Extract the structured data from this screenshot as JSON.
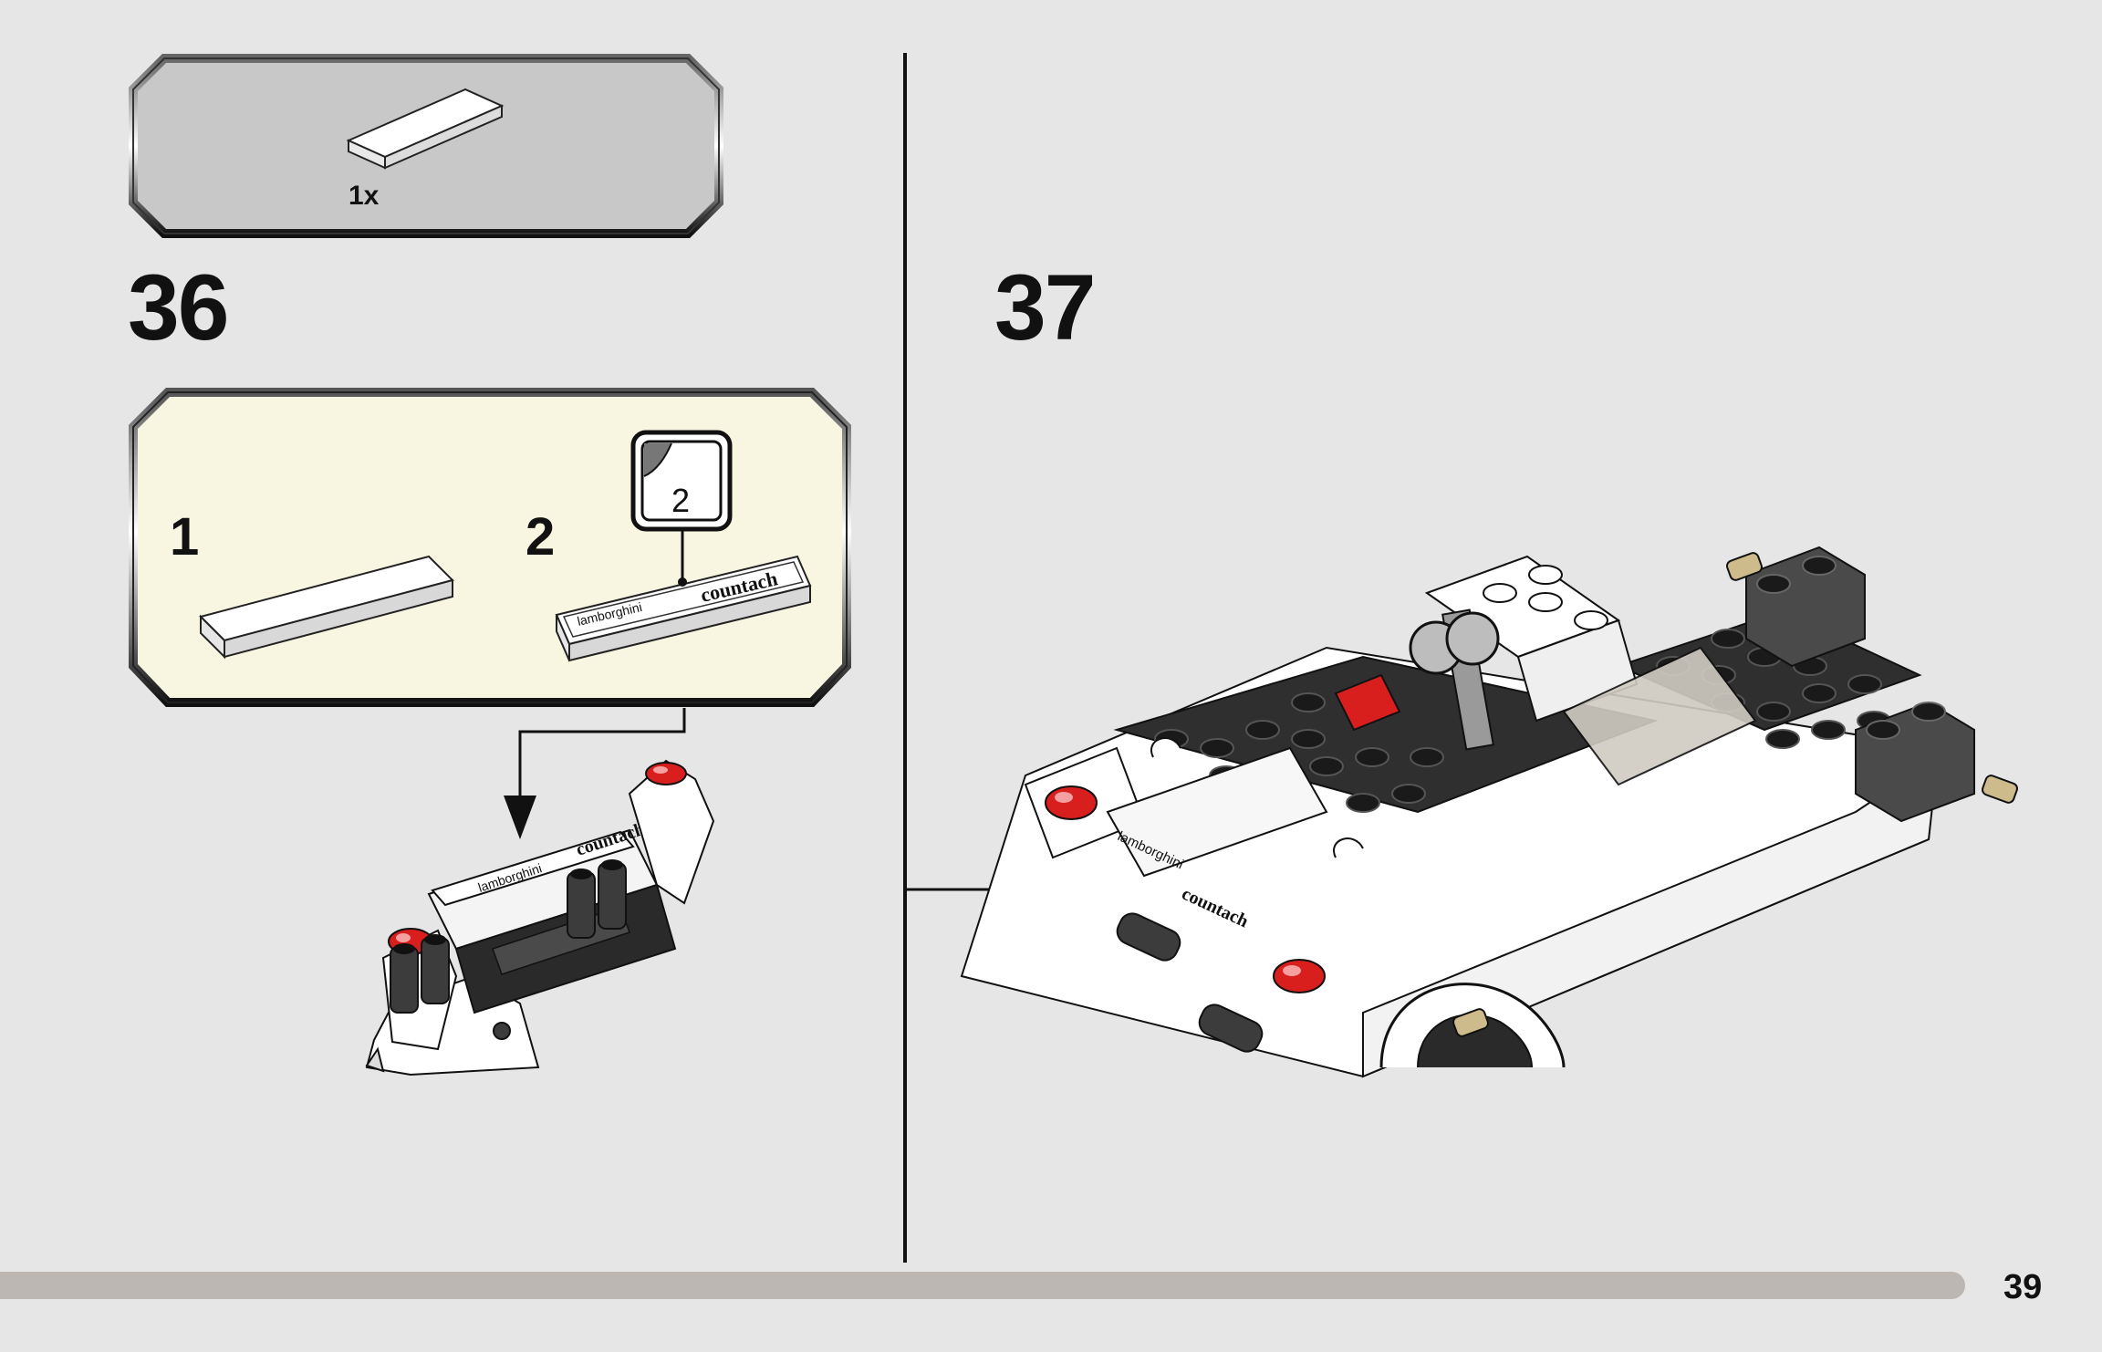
{
  "page": {
    "number": "39"
  },
  "steps": [
    {
      "number": "36",
      "parts": [
        {
          "qty": "1x"
        }
      ],
      "substeps": [
        {
          "number": "1"
        },
        {
          "number": "2",
          "sticker": "2",
          "sticker_text_left": "lamborghini",
          "sticker_text_right": "countach"
        }
      ],
      "model_labels": {
        "left": "lamborghini",
        "right": "countach"
      }
    },
    {
      "number": "37",
      "model_labels": {
        "left": "lamborghini",
        "right": "countach"
      }
    }
  ],
  "colors": {
    "background": "#e6e6e6",
    "parts_box": "#c8c8c8",
    "substep_box": "#f8f6e1",
    "accent_red": "#d91e1e",
    "dark_gray": "#3c3c3c"
  }
}
